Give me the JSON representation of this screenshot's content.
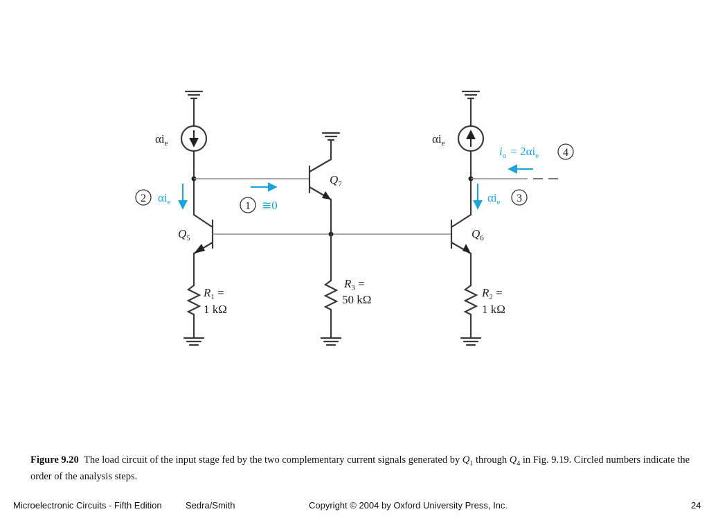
{
  "labels": {
    "alpha_ie": "αi",
    "e_sub": "e",
    "io_i": "i",
    "o_sub": "o",
    "io_eq": "= 2αi",
    "approx_zero": "≅0",
    "q5": "Q",
    "q5_sub": "5",
    "q6": "Q",
    "q6_sub": "6",
    "q7": "Q",
    "q7_sub": "7",
    "r1_a": "R",
    "r1_sub": "1",
    "r1_eq": " =",
    "r1_val": "1 kΩ",
    "r2_a": "R",
    "r2_sub": "2",
    "r2_eq": " =",
    "r2_val": "1 kΩ",
    "r3_a": "R",
    "r3_sub": "3",
    "r3_eq": " =",
    "r3_val": "50 kΩ",
    "step1": "1",
    "step2": "2",
    "step3": "3",
    "step4": "4"
  },
  "caption": {
    "fig_label": "Figure 9.20",
    "text_a": "The load circuit of the input stage fed by the two complementary current signals generated by",
    "q": "Q",
    "q1_sub": "1",
    "through": "through",
    "q4_sub": "4",
    "text_b": "in Fig. 9.19. Circled numbers indicate the order of the analysis steps."
  },
  "footer": {
    "book": "Microelectronic Circuits - Fifth Edition",
    "authors": "Sedra/Smith",
    "copyright": "Copyright © 2004 by Oxford University Press, Inc.",
    "page": "24"
  },
  "colors": {
    "wire": "#3a3a3a",
    "signal_blue": "#1aa6d9"
  }
}
